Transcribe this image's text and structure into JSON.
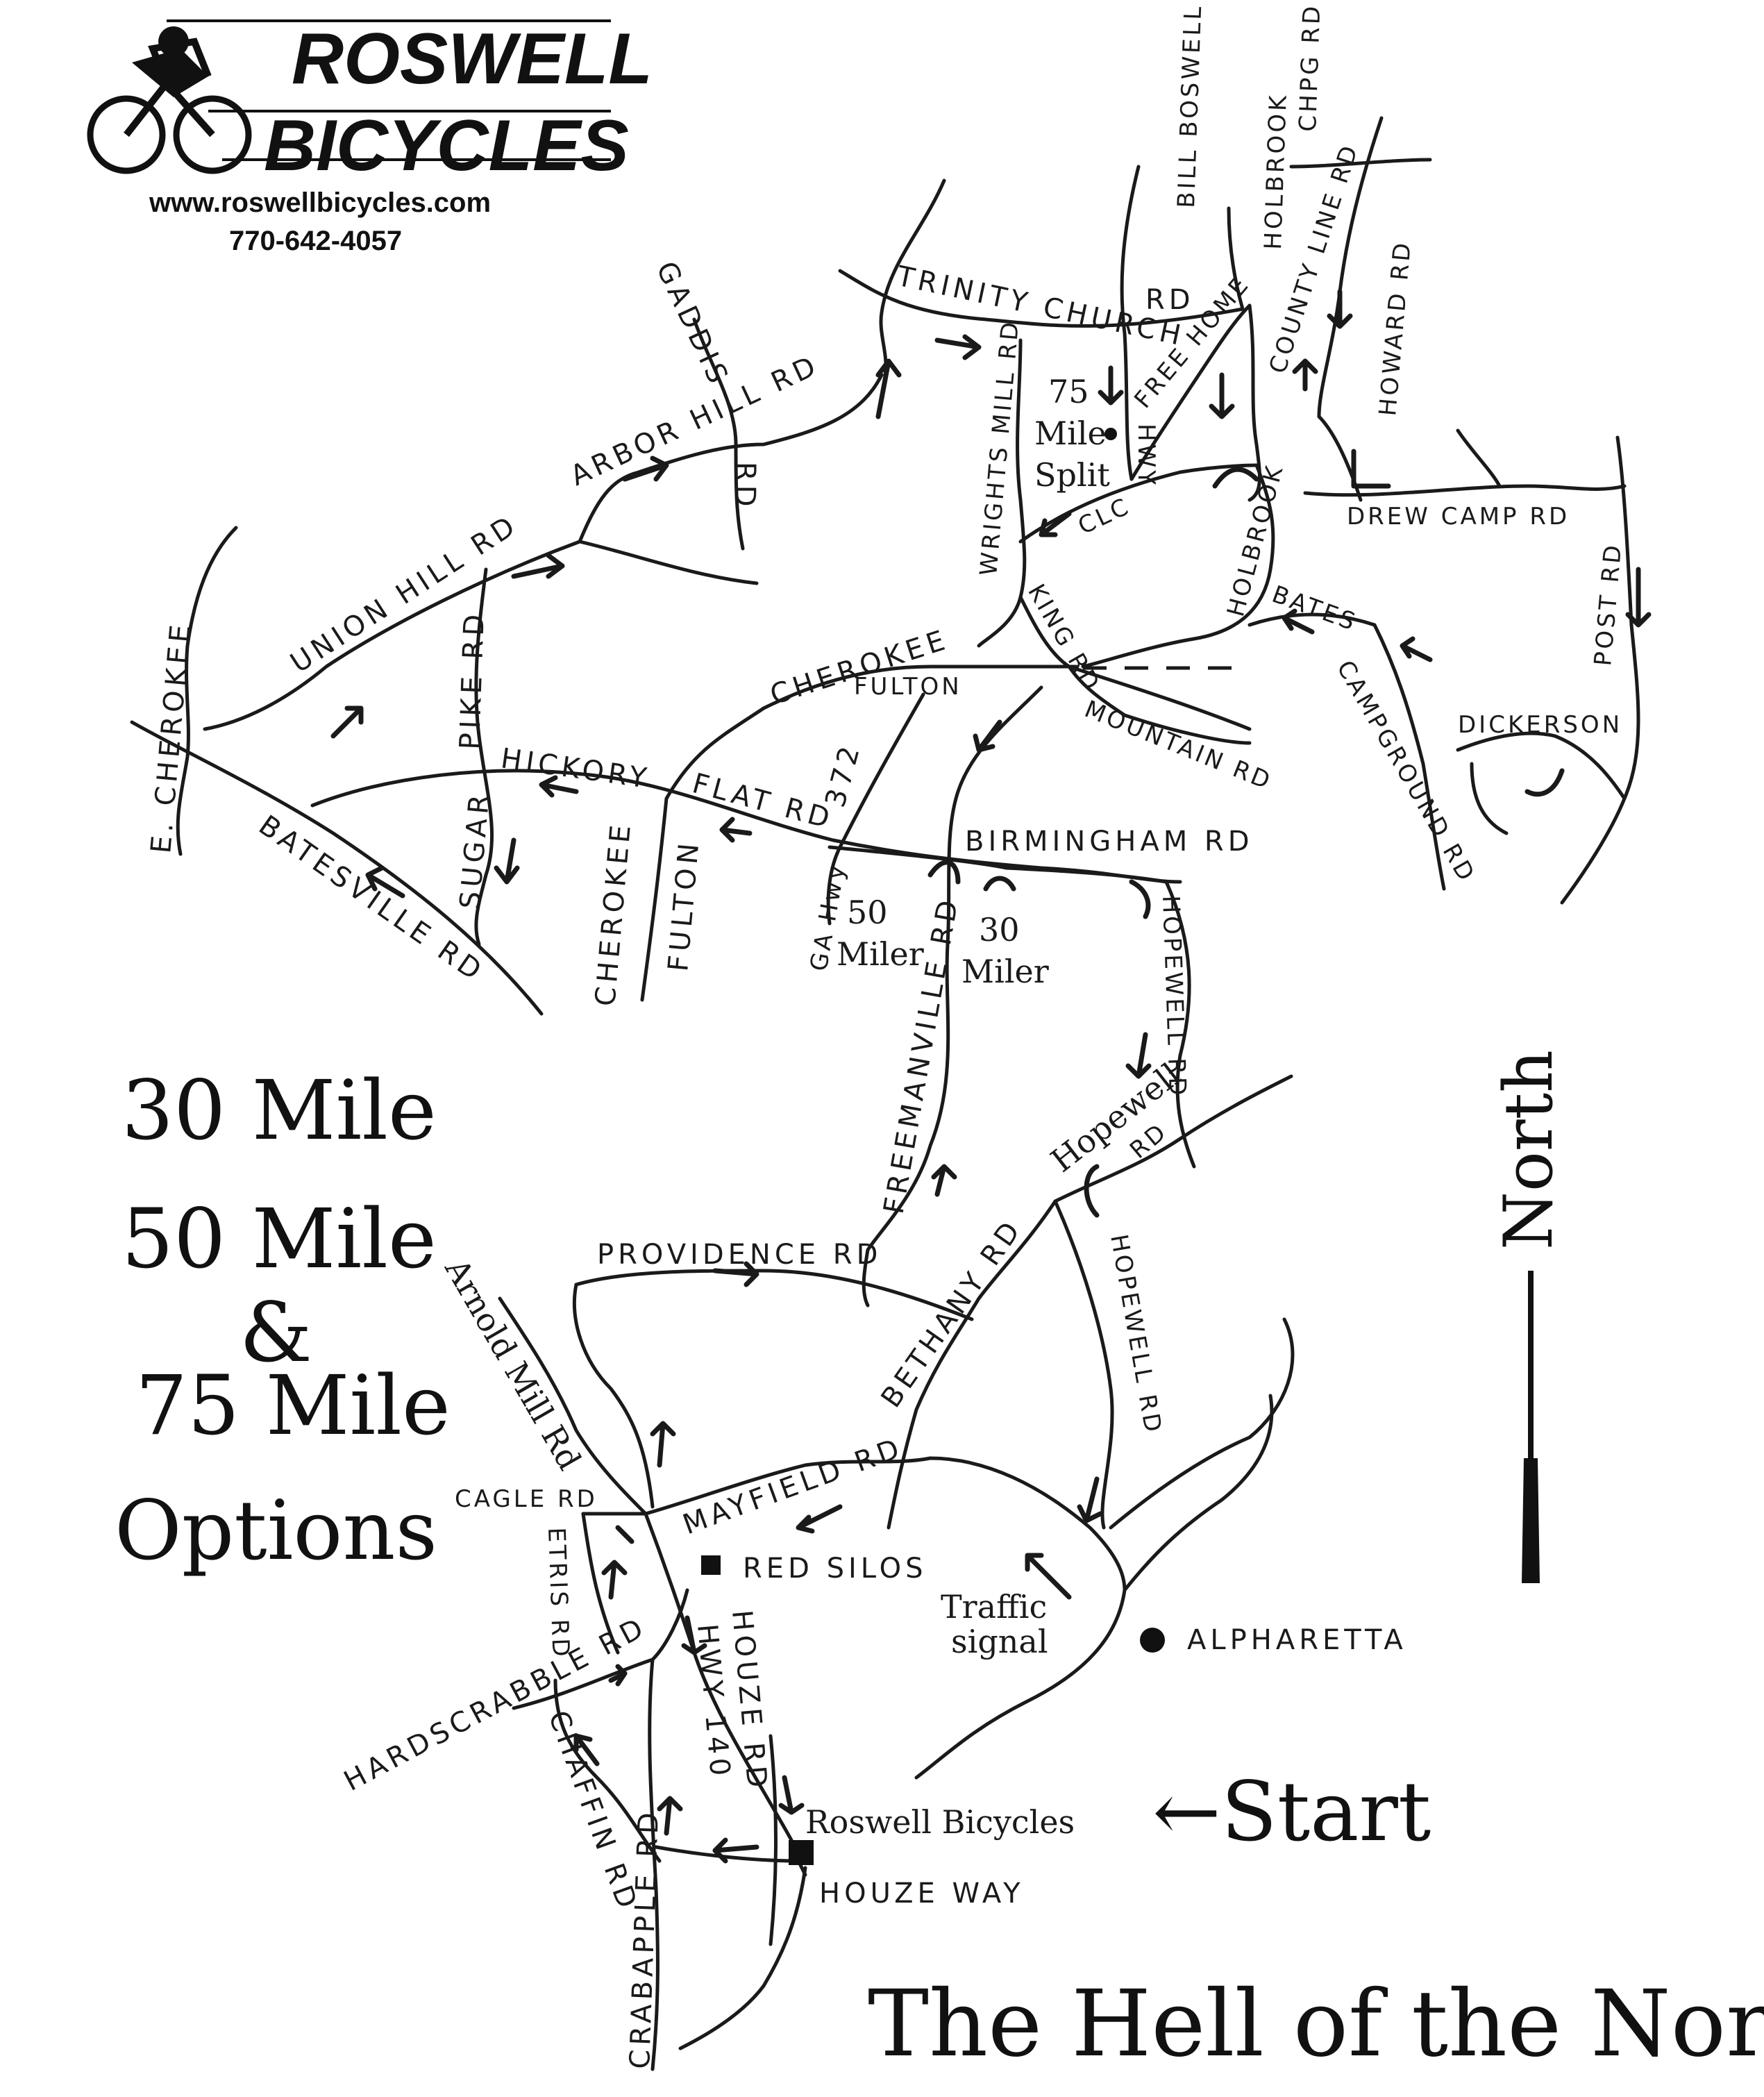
{
  "brand": {
    "line1": "ROSWELL",
    "line2": "BICYCLES",
    "website": "www.roswellbicycles.com",
    "phone": "770-642-4057"
  },
  "options": {
    "line1": "30 Mile",
    "line2": "50 Mile",
    "line3": "&",
    "line4": "75 Mile",
    "line5": "Options"
  },
  "title": "The Hell of the North",
  "compass": {
    "label": "North"
  },
  "start": {
    "label": "←Start"
  },
  "landmarks": {
    "roswell_bicycles": "Roswell Bicycles",
    "red_silos": "RED SILOS",
    "alpharetta": "ALPHARETTA",
    "traffic_signal_1": "Traffic",
    "traffic_signal_2": "signal",
    "split_75_a": "75",
    "split_75_b": "Mile",
    "split_75_c": "Split",
    "miler50_a": "50",
    "miler50_b": "Miler",
    "miler30_a": "30",
    "miler30_b": "Miler"
  },
  "roads": {
    "trinity_church": "TRINITY CHURCH",
    "trinity_rd": "RD",
    "gaddis": "GADDIS",
    "gaddis_rd": "RD",
    "arbor_hill": "ARBOR HILL RD",
    "union_hill": "UNION HILL RD",
    "e_cherokee": "E. CHEROKEE",
    "batesville": "BATESVILLE RD",
    "sugar_pike_top": "PIKE RD",
    "sugar_pike_bottom": "SUGAR",
    "hickory": "HICKORY",
    "flat_rd": "FLAT RD",
    "cherokee_fulton_1a": "CHEROKEE",
    "cherokee_fulton_1b": "FULTON",
    "cherokee_fulton_2a": "CHEROKEE",
    "cherokee_fulton_2b": "FULTON",
    "ga_hwy_372": "372",
    "ga_hwy": "GA Hwy",
    "wrights_mill": "WRIGHTS MILL RD",
    "free_home": "FREE HOME",
    "hwy": "HWY",
    "clc": "CLC",
    "bill_boswell": "BILL BOSWELL DR",
    "holbrook_top": "HOLBROOK",
    "chpg_rd": "CHPG RD",
    "county_line": "COUNTY LINE RD",
    "howard": "HOWARD RD",
    "drew_camp": "DREW CAMP RD",
    "holbrook_mid": "HOLBROOK",
    "kings_rd": "KING RD",
    "bates": "BATES",
    "campground": "CAMPGROUND RD",
    "dickerson": "DICKERSON",
    "post_rd": "POST RD",
    "mountain": "MOUNTAIN RD",
    "birmingham": "BIRMINGHAM RD",
    "freemanville": "FREEMANVILLE RD",
    "hopewell_1": "HOPEWELL RD",
    "hopewell_2": "Hopewell",
    "hopewell_2_rd": "RD",
    "hopewell_3": "HOPEWELL RD",
    "providence": "PROVIDENCE RD",
    "bethany": "BETHANY RD",
    "arnold_mill": "Arnold Mill Rd",
    "cagle": "CAGLE RD",
    "etris": "ETRIS RD",
    "mayfield": "MAYFIELD RD",
    "houze": "HOUZE RD",
    "hwy_140": "HWY 140",
    "hardscrabble": "HARDSCRABBLE RD",
    "chaffin": "CHAFFIN RD",
    "crabapple": "CRABAPPLE RD",
    "houze_way": "HOUZE WAY"
  },
  "colors": {
    "ink": "#1a1a1a",
    "paper": "#ffffff"
  },
  "icons": [
    "cyclist-logo",
    "compass-needle",
    "landmark-square",
    "landmark-dot",
    "route-arrow"
  ]
}
